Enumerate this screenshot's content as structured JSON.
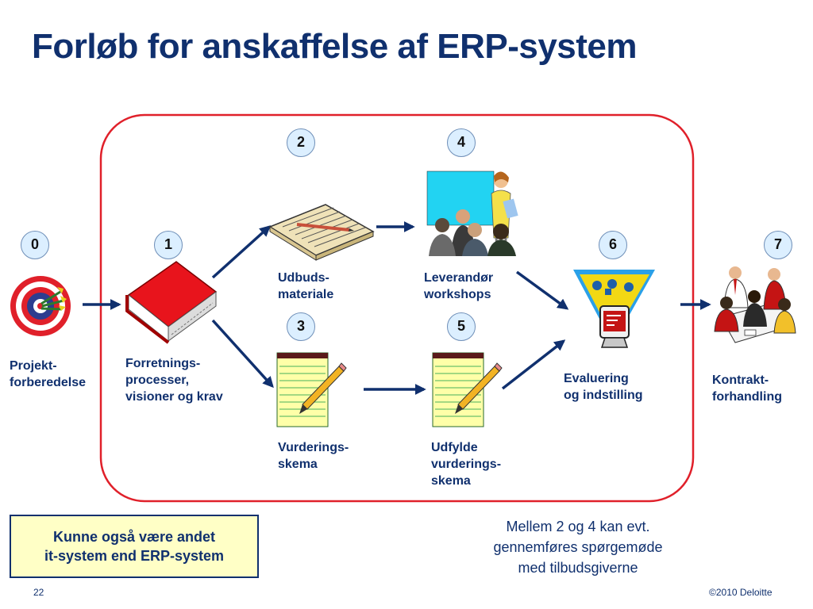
{
  "slide": {
    "title": "Forløb for anskaffelse af ERP-system",
    "page_number": "22",
    "copyright": "©2010 Deloitte"
  },
  "steps": [
    {
      "number": "0",
      "label": "Projekt-\nforberedelse",
      "icon": "target-darts-icon"
    },
    {
      "number": "1",
      "label": "Forretnings-\nprocesser,\nvisioner og krav",
      "icon": "red-book-icon"
    },
    {
      "number": "2",
      "label": "Udbuds-\nmateriale",
      "icon": "document-stack-icon"
    },
    {
      "number": "3",
      "label": "Vurderings-\nskema",
      "icon": "notepad-pencil-icon"
    },
    {
      "number": "4",
      "label": "Leverandør\nworkshops",
      "icon": "presentation-icon"
    },
    {
      "number": "5",
      "label": "Udfylde\nvurderings-\nskema",
      "icon": "notepad-pencil-icon"
    },
    {
      "number": "6",
      "label": "Evaluering\nog indstilling",
      "icon": "evaluation-funnel-icon"
    },
    {
      "number": "7",
      "label": "Kontrakt-\nforhandling",
      "icon": "meeting-people-icon"
    }
  ],
  "callout": "Kunne også være andet\nit-system end ERP-system",
  "note": "Mellem 2 og 4 kan evt.\ngennemføres spørgemøde\nmed tilbudsgiverne",
  "colors": {
    "title": "#10306e",
    "frame": "#e0202a",
    "badge_fill": "#dcefff",
    "callout_fill": "#ffffc6",
    "arrow": "#10306e"
  }
}
